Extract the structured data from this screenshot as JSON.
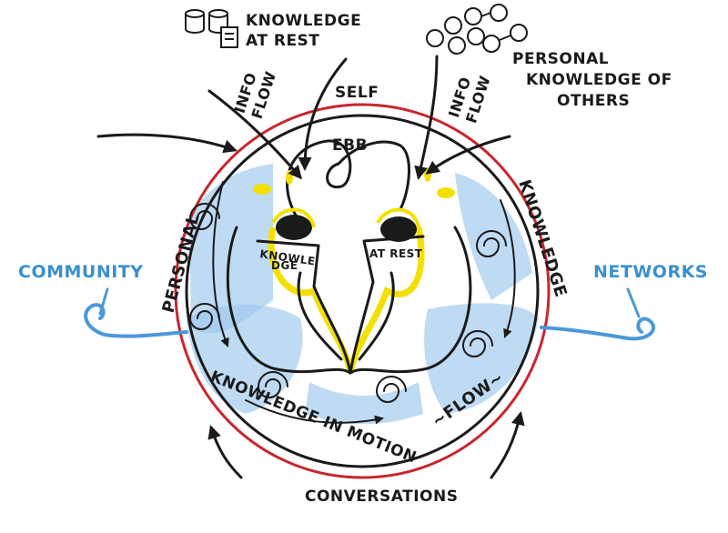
{
  "diagram": {
    "labels": {
      "knowledge_at_rest_top_line1": "KNOWLEDGE",
      "knowledge_at_rest_top_line2": "AT REST",
      "personal_knowledge_others_line1": "PERSONAL",
      "personal_knowledge_others_line2": "KNOWLEDGE OF",
      "personal_knowledge_others_line3": "OTHERS",
      "info_flow_left_line1": "INFO",
      "info_flow_left_line2": "FLOW",
      "info_flow_right_line1": "INFO",
      "info_flow_right_line2": "FLOW",
      "self": "SELF",
      "ebb": "EBB",
      "personal": "PERSONAL",
      "knowledge_ring": "KNOWLEDGE",
      "knowledge_in_motion": "KNOWLEDGE IN MOTION",
      "flow": "~FLOW~",
      "conversations": "CONVERSATIONS",
      "community": "COMMUNITY",
      "networks": "NETWORKS",
      "inner_left_line1": "KNOWLE",
      "inner_left_line2": "DGE",
      "inner_right_line1": "AT REST"
    },
    "colors": {
      "ink": "#1a1a1a",
      "ring": "#c8262e",
      "blue": "#4a98d8",
      "wash": "#9cc8ec",
      "highlight": "#f4e000"
    },
    "icons": [
      "database-stack-icon",
      "document-icon",
      "people-network-icon"
    ]
  }
}
